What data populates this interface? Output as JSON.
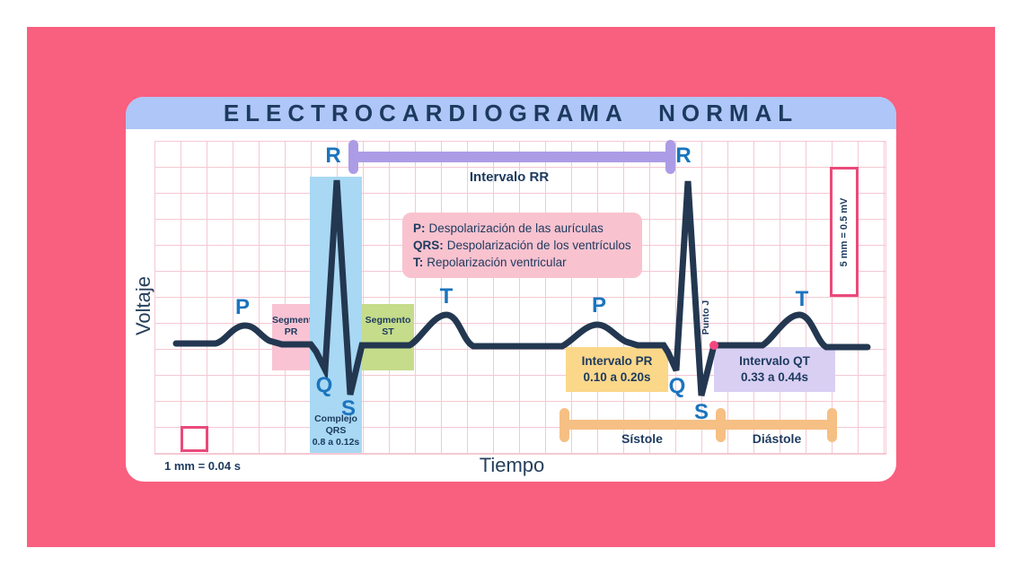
{
  "title": "ELECTROCARDIOGRAMA  NORMAL",
  "axis": {
    "y": "Voltaje",
    "x": "Tiempo"
  },
  "scales": {
    "time": "1 mm = 0.04 s",
    "voltage": "5 mm = 0.5 mV"
  },
  "waves": {
    "p": "P",
    "q": "Q",
    "r": "R",
    "s": "S",
    "t": "T"
  },
  "legend": {
    "items": [
      {
        "prefix": "P:",
        "text": "Despolarización de las aurículas"
      },
      {
        "prefix": "QRS:",
        "text": "Despolarización de los ventrículos"
      },
      {
        "prefix": "T:",
        "text": "Repolarización ventricular"
      }
    ]
  },
  "annotations": {
    "intervalo_rr": "Intervalo RR",
    "segmento_pr_1": "Segmento",
    "segmento_pr_2": "PR",
    "segmento_st_1": "Segmento",
    "segmento_st_2": "ST",
    "complejo_qrs_1": "Complejo QRS",
    "complejo_qrs_2": "0.8 a 0.12s",
    "intervalo_pr_1": "Intervalo PR",
    "intervalo_pr_2": "0.10 a 0.20s",
    "intervalo_qt_1": "Intervalo QT",
    "intervalo_qt_2": "0.33 a 0.44s",
    "punto_j": "Punto J",
    "sistole": "Sístole",
    "diastole": "Diástole"
  },
  "colors": {
    "background_pink": "#F95F7F",
    "header_blue": "#AEC6F8",
    "navy_text": "#1C3A5E",
    "trace_navy": "#233750",
    "wave_letter_blue": "#1B74BE",
    "grid_pink": "#F5C8D3",
    "qrs_band_blue": "#A8D8F3",
    "segmento_pr_pink": "#F9C3D4",
    "segmento_st_green": "#C5DC8B",
    "legend_pink": "#F9C2CF",
    "intervalo_pr_yellow": "#FBD78A",
    "intervalo_qt_purple": "#D8CFF3",
    "rr_bar_purple": "#AC9CE6",
    "sistole_bar_orange": "#F6BF84",
    "marker_pink": "#EA4A7B",
    "punto_j_dot": "#F2477E"
  }
}
